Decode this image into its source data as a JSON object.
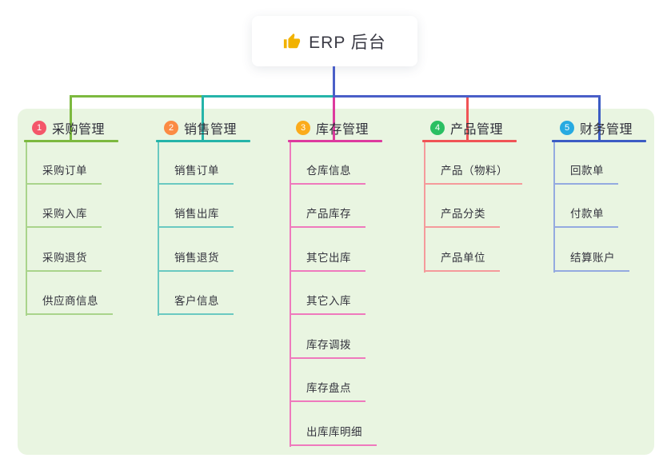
{
  "root": {
    "label": "ERP 后台",
    "icon": "thumbs-up-icon",
    "icon_color": "#f2b200"
  },
  "connector_color": "#4a5fc8",
  "panel_color": "#e9f5e1",
  "branches": [
    {
      "badge": "1",
      "label": "采购管理",
      "badge_color": "#f4566a",
      "line_color": "#7cb93f",
      "item_line_color": "#a9d48b",
      "items": [
        "采购订单",
        "采购入库",
        "采购退货",
        "供应商信息"
      ]
    },
    {
      "badge": "2",
      "label": "销售管理",
      "badge_color": "#fb8b44",
      "line_color": "#25b4a9",
      "item_line_color": "#6ac9c1",
      "items": [
        "销售订单",
        "销售出库",
        "销售退货",
        "客户信息"
      ]
    },
    {
      "badge": "3",
      "label": "库存管理",
      "badge_color": "#fbab1b",
      "line_color": "#dd3a9e",
      "item_line_color": "#ef79bd",
      "items": [
        "仓库信息",
        "产品库存",
        "其它出库",
        "其它入库",
        "库存调拨",
        "库存盘点",
        "出库库明细"
      ]
    },
    {
      "badge": "4",
      "label": "产品管理",
      "badge_color": "#2abf62",
      "line_color": "#f05456",
      "item_line_color": "#f59a9b",
      "items": [
        "产品（物料）",
        "产品分类",
        "产品单位"
      ]
    },
    {
      "badge": "5",
      "label": "财务管理",
      "badge_color": "#27aae1",
      "line_color": "#3c5cc4",
      "item_line_color": "#94aae0",
      "items": [
        "回款单",
        "付款单",
        "结算账户"
      ]
    }
  ]
}
